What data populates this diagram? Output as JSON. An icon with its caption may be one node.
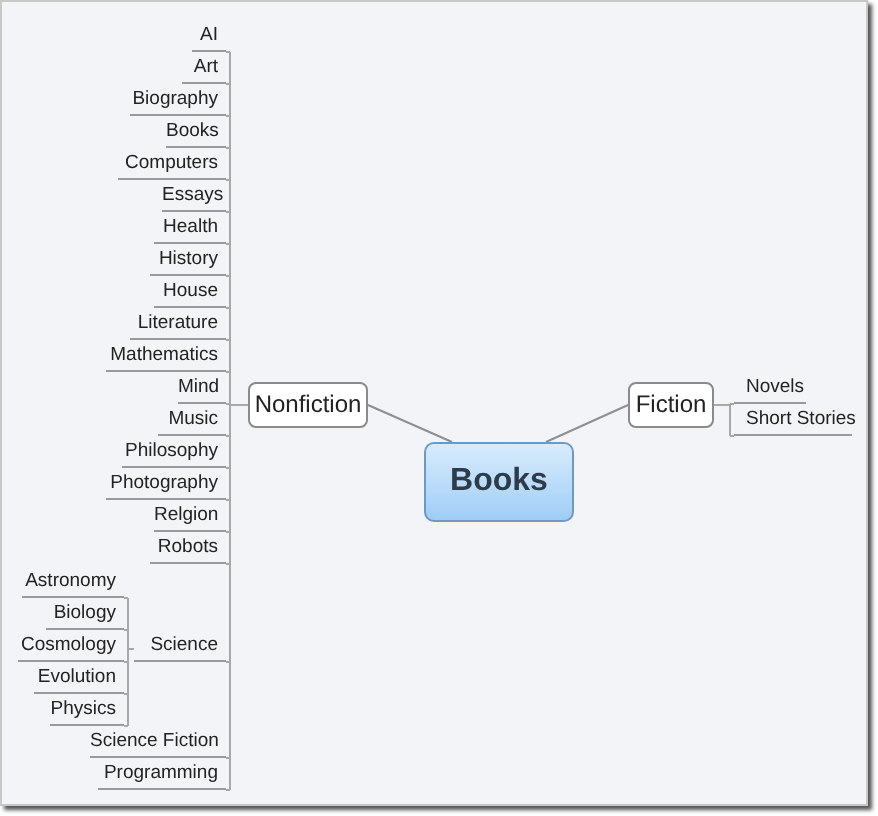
{
  "diagram": {
    "nodes": [
      {
        "text": [
          "Books"
        ]
      },
      {
        "text": [
          "Nonfiction"
        ]
      },
      {
        "text": [
          "AI"
        ]
      },
      {
        "text": [
          "Art"
        ]
      },
      {
        "text": [
          "Biography"
        ]
      },
      {
        "text": [
          "Books"
        ]
      },
      {
        "text": [
          "Computers"
        ]
      },
      {
        "text": [
          "Essays"
        ]
      },
      {
        "text": [
          "Health"
        ]
      },
      {
        "text": [
          "History"
        ]
      },
      {
        "text": [
          "House"
        ]
      },
      {
        "text": [
          "Literature"
        ]
      },
      {
        "text": [
          "Mathematics"
        ]
      },
      {
        "text": [
          "Mind"
        ]
      },
      {
        "text": [
          "Music"
        ]
      },
      {
        "text": [
          "Philosophy"
        ]
      },
      {
        "text": [
          "Photography"
        ]
      },
      {
        "text": [
          "Relgion"
        ]
      },
      {
        "text": [
          "Robots"
        ]
      },
      {
        "text": [
          "Science"
        ]
      },
      {
        "text": [
          "Astronomy"
        ]
      },
      {
        "text": [
          "Biology"
        ]
      },
      {
        "text": [
          "Cosmology"
        ]
      },
      {
        "text": [
          "Evolution"
        ]
      },
      {
        "text": [
          "Physics"
        ]
      },
      {
        "text": [
          "Science Fiction"
        ]
      },
      {
        "text": [
          "Programming"
        ]
      },
      {
        "text": [
          "Fiction"
        ]
      },
      {
        "text": [
          "Novels"
        ]
      },
      {
        "text": [
          "Short Stories"
        ]
      }
    ],
    "edges": [
      {
        "from": 0,
        "to": 1,
        "arrow": "none"
      },
      {
        "from": 1,
        "to": 2,
        "arrow": "none"
      },
      {
        "from": 1,
        "to": 3,
        "arrow": "none"
      },
      {
        "from": 1,
        "to": 4,
        "arrow": "none"
      },
      {
        "from": 1,
        "to": 5,
        "arrow": "none"
      },
      {
        "from": 1,
        "to": 6,
        "arrow": "none"
      },
      {
        "from": 1,
        "to": 7,
        "arrow": "none"
      },
      {
        "from": 1,
        "to": 8,
        "arrow": "none"
      },
      {
        "from": 1,
        "to": 9,
        "arrow": "none"
      },
      {
        "from": 1,
        "to": 10,
        "arrow": "none"
      },
      {
        "from": 1,
        "to": 11,
        "arrow": "none"
      },
      {
        "from": 1,
        "to": 12,
        "arrow": "none"
      },
      {
        "from": 1,
        "to": 13,
        "arrow": "none"
      },
      {
        "from": 1,
        "to": 14,
        "arrow": "none"
      },
      {
        "from": 1,
        "to": 15,
        "arrow": "none"
      },
      {
        "from": 1,
        "to": 16,
        "arrow": "none"
      },
      {
        "from": 1,
        "to": 17,
        "arrow": "none"
      },
      {
        "from": 1,
        "to": 18,
        "arrow": "none"
      },
      {
        "from": 1,
        "to": 19,
        "arrow": "none"
      },
      {
        "from": 19,
        "to": 20,
        "arrow": "none"
      },
      {
        "from": 19,
        "to": 21,
        "arrow": "none"
      },
      {
        "from": 19,
        "to": 22,
        "arrow": "none"
      },
      {
        "from": 19,
        "to": 23,
        "arrow": "none"
      },
      {
        "from": 19,
        "to": 24,
        "arrow": "none"
      },
      {
        "from": 1,
        "to": 25,
        "arrow": "none"
      },
      {
        "from": 1,
        "to": 26,
        "arrow": "none"
      },
      {
        "from": 0,
        "to": 27,
        "arrow": "none"
      },
      {
        "from": 27,
        "to": 28,
        "arrow": "none"
      },
      {
        "from": 27,
        "to": 29,
        "arrow": "none"
      }
    ]
  }
}
